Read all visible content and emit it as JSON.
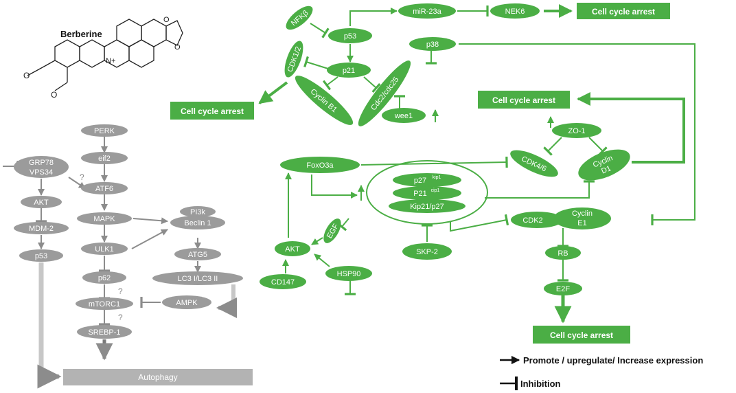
{
  "title": "Berberine",
  "labels": {
    "nfkb": "NFKβ",
    "p53_green": "p53",
    "mir23a": "miR-23a",
    "nek6": "NEK6",
    "arrest": "Cell cycle arrest",
    "cdk12": "CDK1/2",
    "p21": "p21",
    "p38": "p38",
    "cyclinb1": "Cyclin B1",
    "cdc2": "Cdc2/cdc25",
    "wee1": "wee1",
    "zo1": "ZO-1",
    "cdk46": "CDK4/6",
    "cyclin": "Cyclin",
    "d1": "D1",
    "foxo3a": "FoxO3a",
    "p27": "p27",
    "p27sup": "kip1",
    "p21c": "P21",
    "p21csup": "cip1",
    "kip21": "Kip21/p27",
    "egf": "EGF",
    "akt_green": "AKT",
    "skp2": "SKP-2",
    "cdk2": "CDK2",
    "e1": "E1",
    "rb": "RB",
    "e2f": "E2F",
    "cd147": "CD147",
    "hsp90": "HSP90",
    "perk": "PERK",
    "eif2": "eif2",
    "grp78": "GRP78",
    "vps34": "VPS34",
    "atf6": "ATF6",
    "akt_grey": "AKT",
    "mapk": "MAPK",
    "pi3k": "PI3k",
    "beclin": "Beclin 1",
    "mdm2": "MDM-2",
    "ulk1": "ULK1",
    "atg5": "ATG5",
    "p53_grey": "p53",
    "p62": "p62",
    "lc3": "LC3 I/LC3 II",
    "mtorc1": "mTORC1",
    "ampk": "AMPK",
    "srebp1": "SREBP-1",
    "autophagy": "Autophagy",
    "q": "?"
  },
  "legend": {
    "promote": "Promote / upregulate/ Increase expression",
    "inhibit": "Inhibition"
  },
  "colors": {
    "green": "#4bae45",
    "grey": "#9b9b9b",
    "light_grey": "#b3b3b3"
  }
}
